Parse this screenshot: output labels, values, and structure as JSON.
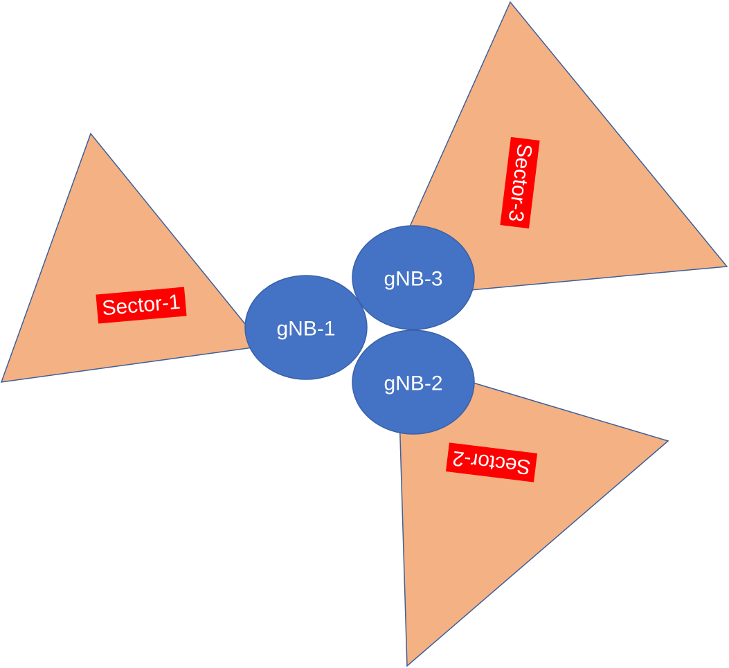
{
  "colors": {
    "sector_fill": "#f4b183",
    "sector_stroke": "#3d5f98",
    "node_fill": "#4472c4",
    "node_stroke": "#3a61a8",
    "label_bg": "#ff0000",
    "label_text": "#ffffff",
    "node_text": "#ffffff"
  },
  "sectors": [
    {
      "label": "Sector-1"
    },
    {
      "label": "Sector-2"
    },
    {
      "label": "Sector-3"
    }
  ],
  "nodes": [
    {
      "label": "gNB-1"
    },
    {
      "label": "gNB-2"
    },
    {
      "label": "gNB-3"
    }
  ]
}
